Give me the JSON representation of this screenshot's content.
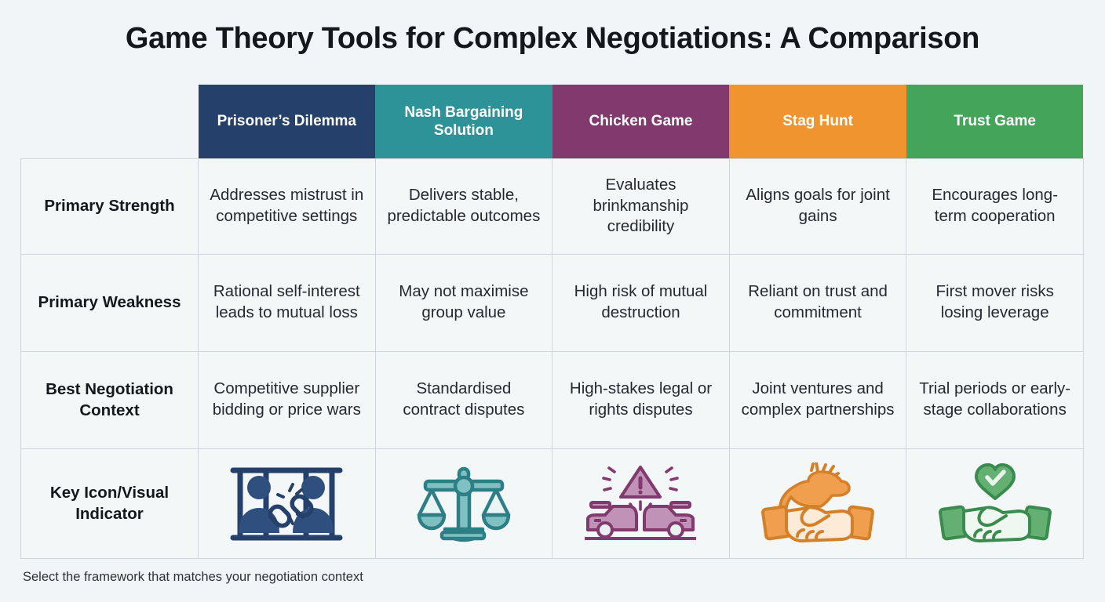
{
  "page": {
    "title": "Game Theory Tools for Complex Negotiations: A Comparison",
    "footer_note": "Select the framework that matches your negotiation context",
    "background_color": "#f2f5f7"
  },
  "table": {
    "corner_label": "",
    "columns": [
      {
        "label": "Prisoner’s Dilemma",
        "color": "#25416b",
        "icon": "prison-bars-broken-chain-icon"
      },
      {
        "label": "Nash Bargaining Solution",
        "color": "#2d9399",
        "icon": "balance-scales-icon"
      },
      {
        "label": "Chicken Game",
        "color": "#82396e",
        "icon": "car-collision-warning-icon"
      },
      {
        "label": "Stag Hunt",
        "color": "#f0942f",
        "icon": "handshake-stag-icon"
      },
      {
        "label": "Trust Game",
        "color": "#44a45a",
        "icon": "handshake-heart-check-icon"
      }
    ],
    "rows": [
      {
        "label": "Primary Strength",
        "cells": [
          "Addresses mistrust in competitive settings",
          "Delivers stable, predictable outcomes",
          "Evaluates brinkmanship credibility",
          "Aligns goals for joint gains",
          "Encourages long-term cooperation"
        ]
      },
      {
        "label": "Primary Weakness",
        "cells": [
          "Rational self-interest leads to mutual loss",
          "May not maximise group value",
          "High risk of mutual destruction",
          "Reliant on trust and commitment",
          "First mover risks losing leverage"
        ]
      },
      {
        "label": "Best Negotiation Context",
        "cells": [
          "Competitive supplier bidding or price wars",
          "Standardised contract disputes",
          "High-stakes legal or rights disputes",
          "Joint ventures and complex partnerships",
          "Trial periods or early-stage collaborations"
        ]
      },
      {
        "label": "Key Icon/Visual Indicator",
        "cells": [
          "",
          "",
          "",
          "",
          ""
        ]
      }
    ]
  }
}
